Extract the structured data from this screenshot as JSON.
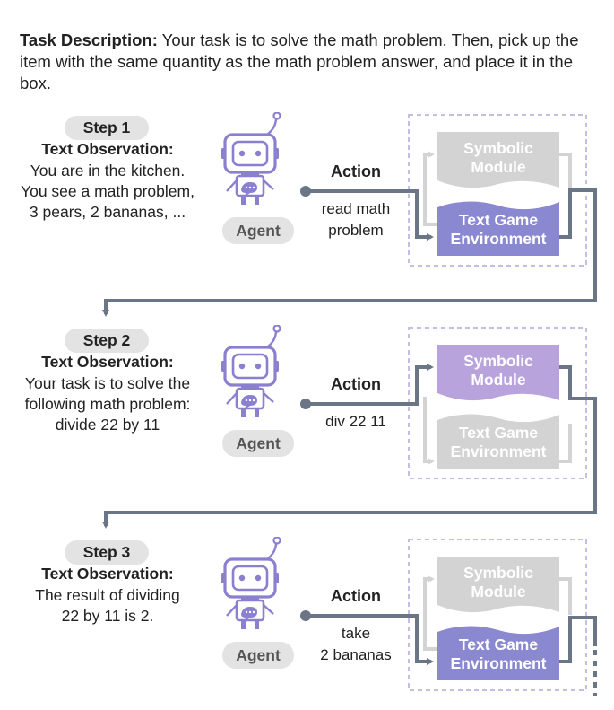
{
  "task": {
    "label": "Task Description:",
    "text": " Your task is to solve the math problem.  Then, pick up the item with the same quantity as the math problem answer, and place it in the box."
  },
  "colors": {
    "flow_line": "#6a7585",
    "robot": "#8b7fcf",
    "symbolic_active": "#b8a3dd",
    "text_game_active": "#8b88d2",
    "inactive": "#d3d3d3",
    "dashed_border": "#c6bde6"
  },
  "steps": [
    {
      "badge": "Step 1",
      "obs_title": "Text Observation:",
      "obs_lines": [
        "You are in the kitchen.",
        "You see a math problem,",
        "3 pears, 2 bananas, ..."
      ],
      "agent": "Agent",
      "action_title": "Action",
      "action_lines": [
        "read math",
        "problem"
      ],
      "active_module": "text_game",
      "symbolic_label": [
        "Symbolic",
        "Module"
      ],
      "text_game_label": [
        "Text Game",
        "Environment"
      ]
    },
    {
      "badge": "Step 2",
      "obs_title": "Text Observation:",
      "obs_lines": [
        "Your task is to solve the",
        "following math problem:",
        "divide 22 by 11"
      ],
      "agent": "Agent",
      "action_title": "Action",
      "action_lines": [
        "div 22 11"
      ],
      "active_module": "symbolic",
      "symbolic_label": [
        "Symbolic",
        "Module"
      ],
      "text_game_label": [
        "Text Game",
        "Environment"
      ]
    },
    {
      "badge": "Step 3",
      "obs_title": "Text Observation:",
      "obs_lines": [
        "The result of dividing",
        "22 by 11 is 2."
      ],
      "agent": "Agent",
      "action_title": "Action",
      "action_lines": [
        "take",
        "2 bananas"
      ],
      "active_module": "text_game",
      "symbolic_label": [
        "Symbolic",
        "Module"
      ],
      "text_game_label": [
        "Text Game",
        "Environment"
      ]
    }
  ]
}
